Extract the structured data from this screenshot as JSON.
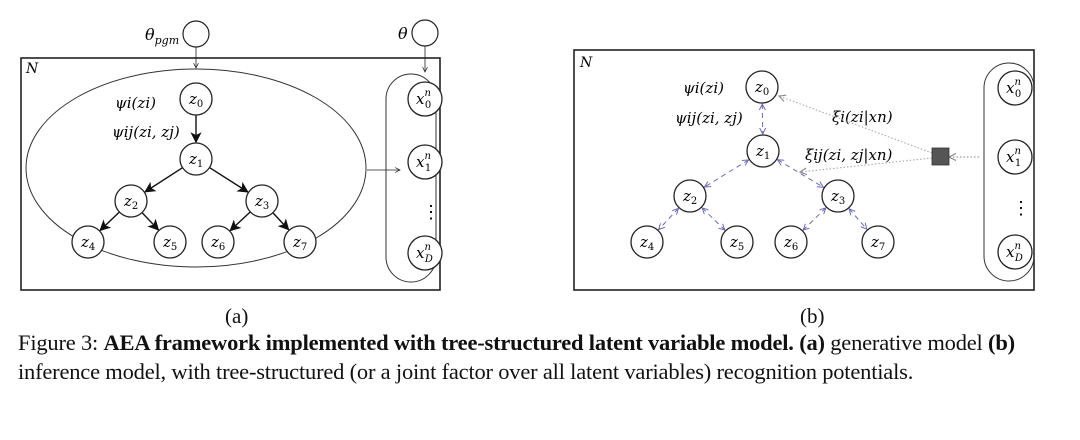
{
  "figure": {
    "panel_a": {
      "label": "(a)",
      "plate_label": "N",
      "param_left": "θ",
      "param_left_sub": "pgm",
      "param_right": "θ",
      "potential_unary": "ψi(zi)",
      "potential_pair": "ψij(zi, zj)",
      "latent_nodes": [
        "z0",
        "z1",
        "z2",
        "z3",
        "z4",
        "z5",
        "z6",
        "z7"
      ],
      "observed_nodes": [
        "x0n",
        "x1n",
        "⋮",
        "xDn"
      ],
      "edges": [
        [
          "z0",
          "z1"
        ],
        [
          "z1",
          "z2"
        ],
        [
          "z1",
          "z3"
        ],
        [
          "z2",
          "z4"
        ],
        [
          "z2",
          "z5"
        ],
        [
          "z3",
          "z6"
        ],
        [
          "z3",
          "z7"
        ]
      ],
      "edge_style": "solid-directed"
    },
    "panel_b": {
      "label": "(b)",
      "plate_label": "N",
      "potential_unary": "ψi(zi)",
      "potential_pair": "ψij(zi, zj)",
      "recog_unary": "ξi(zi|xn)",
      "recog_pair": "ξij(zi, zj|xn)",
      "latent_nodes": [
        "z0",
        "z1",
        "z2",
        "z3",
        "z4",
        "z5",
        "z6",
        "z7"
      ],
      "observed_nodes": [
        "x0n",
        "x1n",
        "⋮",
        "xDn"
      ],
      "edge_style": "dashed-bidirectional",
      "edge_color": "#7b7bc4",
      "factor_color": "#555555"
    },
    "caption": {
      "prefix": "Figure 3: ",
      "bold_title": "AEA framework implemented with tree-structured latent variable model.",
      "a_tag": "(a)",
      "text1": " generative model ",
      "b_tag": "(b)",
      "text2": " inference model, with tree-structured (or a joint factor over all latent variables) recognition potentials."
    }
  }
}
